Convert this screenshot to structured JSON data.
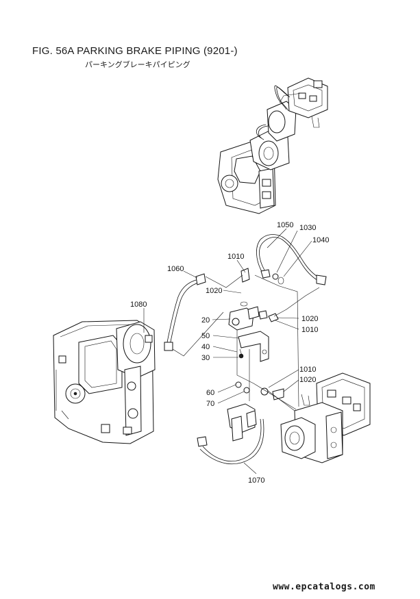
{
  "figure": {
    "title": "FIG. 56A   PARKING BRAKE PIPING (9201-)",
    "subtitle": "パーキングブレーキパイピング"
  },
  "callouts": [
    {
      "id": "1050",
      "label": "1050"
    },
    {
      "id": "1030",
      "label": "1030"
    },
    {
      "id": "1040",
      "label": "1040"
    },
    {
      "id": "1010a",
      "label": "1010"
    },
    {
      "id": "1060",
      "label": "1060"
    },
    {
      "id": "1020a",
      "label": "1020"
    },
    {
      "id": "1080",
      "label": "1080"
    },
    {
      "id": "20",
      "label": "20"
    },
    {
      "id": "1020b",
      "label": "1020"
    },
    {
      "id": "1010b",
      "label": "1010"
    },
    {
      "id": "50",
      "label": "50"
    },
    {
      "id": "40",
      "label": "40"
    },
    {
      "id": "30",
      "label": "30"
    },
    {
      "id": "1010c",
      "label": "1010"
    },
    {
      "id": "1020c",
      "label": "1020"
    },
    {
      "id": "60",
      "label": "60"
    },
    {
      "id": "70",
      "label": "70"
    },
    {
      "id": "1070",
      "label": "1070"
    }
  ],
  "footer": {
    "watermark": "www.epcatalogs.com"
  }
}
